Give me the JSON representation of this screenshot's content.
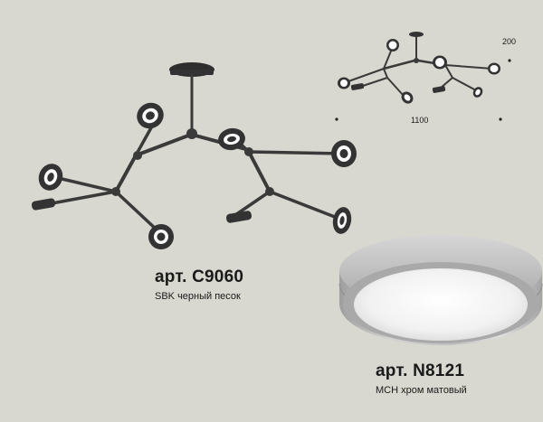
{
  "product_main": {
    "article": "арт. C9060",
    "finish": "SBK черный песок"
  },
  "product_shade": {
    "article": "арт. N8121",
    "finish": "MCH хром матовый"
  },
  "dimensions": {
    "height": "200",
    "width": "1100"
  },
  "colors": {
    "background": "#d8d8d0",
    "fixture_frame": "#3a3a3a",
    "shade_chrome": "#b8b8b8",
    "diffuser": "#f4f4f4"
  }
}
